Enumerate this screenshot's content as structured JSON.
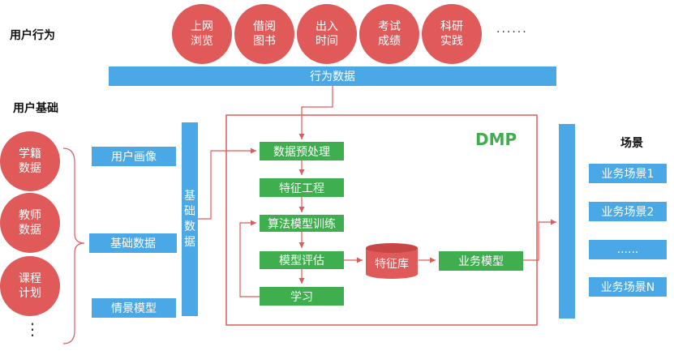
{
  "user_behavior": {
    "label": "用户行为",
    "circles": [
      "上网\n浏览",
      "借阅\n图书",
      "出入\n时间",
      "考试\n成绩",
      "科研\n实践"
    ],
    "more": "······"
  },
  "behavior_data": "行为数据",
  "user_basic": {
    "label": "用户基础",
    "circles": [
      "学籍\n数据",
      "教师\n数据",
      "课程\n计划"
    ],
    "more": "⋮"
  },
  "left_boxes": [
    "用户画像",
    "基础数据",
    "情景模型"
  ],
  "basic_data_vertical": "基\n础\n数\n据",
  "dmp": {
    "title": "DMP",
    "steps": [
      "数据预处理",
      "特征工程",
      "算法模型训练",
      "模型评估",
      "学习"
    ],
    "feature_store": "特征库",
    "business_model": "业务模型"
  },
  "scenes": {
    "label": "场景",
    "items": [
      "业务场景1",
      "业务场景2",
      "......",
      "业务场景N"
    ]
  },
  "colors": {
    "red": "#e05a5a",
    "blue": "#4aa8e6",
    "green": "#3fae4f",
    "dmp_title": "#3fae4f"
  }
}
